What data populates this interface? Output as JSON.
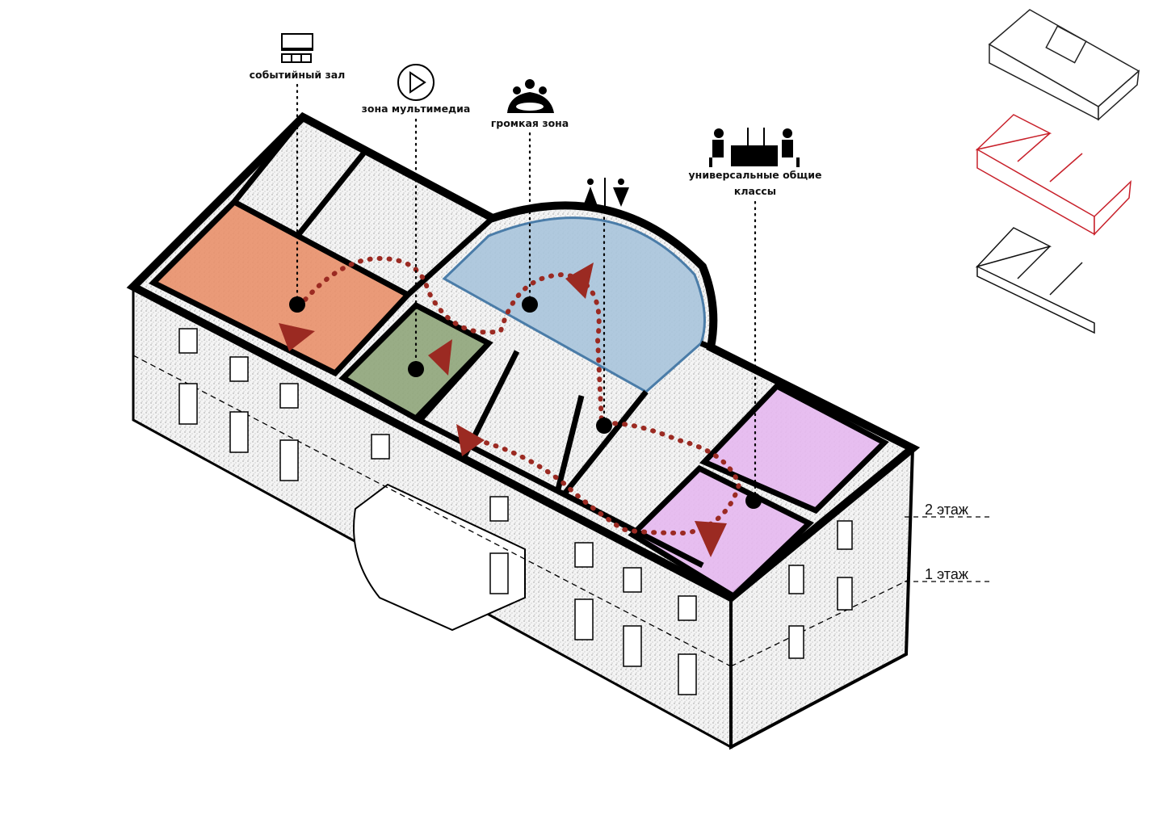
{
  "labels": {
    "event_hall": "событийный зал",
    "multimedia": "зона мультимедиа",
    "loud_zone": "громкая зона",
    "classes_line1": "универсальные общие",
    "classes_line2": "классы"
  },
  "floors": {
    "second": "2 этаж",
    "first": "1 этаж"
  },
  "icons": [
    "screen-seats-icon",
    "play-icon",
    "group-meeting-icon",
    "restroom-icon",
    "classroom-desk-icon"
  ],
  "colors": {
    "event_hall": "#e9906a",
    "multimedia": "#8fa57a",
    "loud_zone": "#a9c4dc",
    "classes": "#e6b8ef",
    "path": "#9b2a22",
    "wall": "#000000",
    "thumb_highlight": "#c8202a"
  }
}
